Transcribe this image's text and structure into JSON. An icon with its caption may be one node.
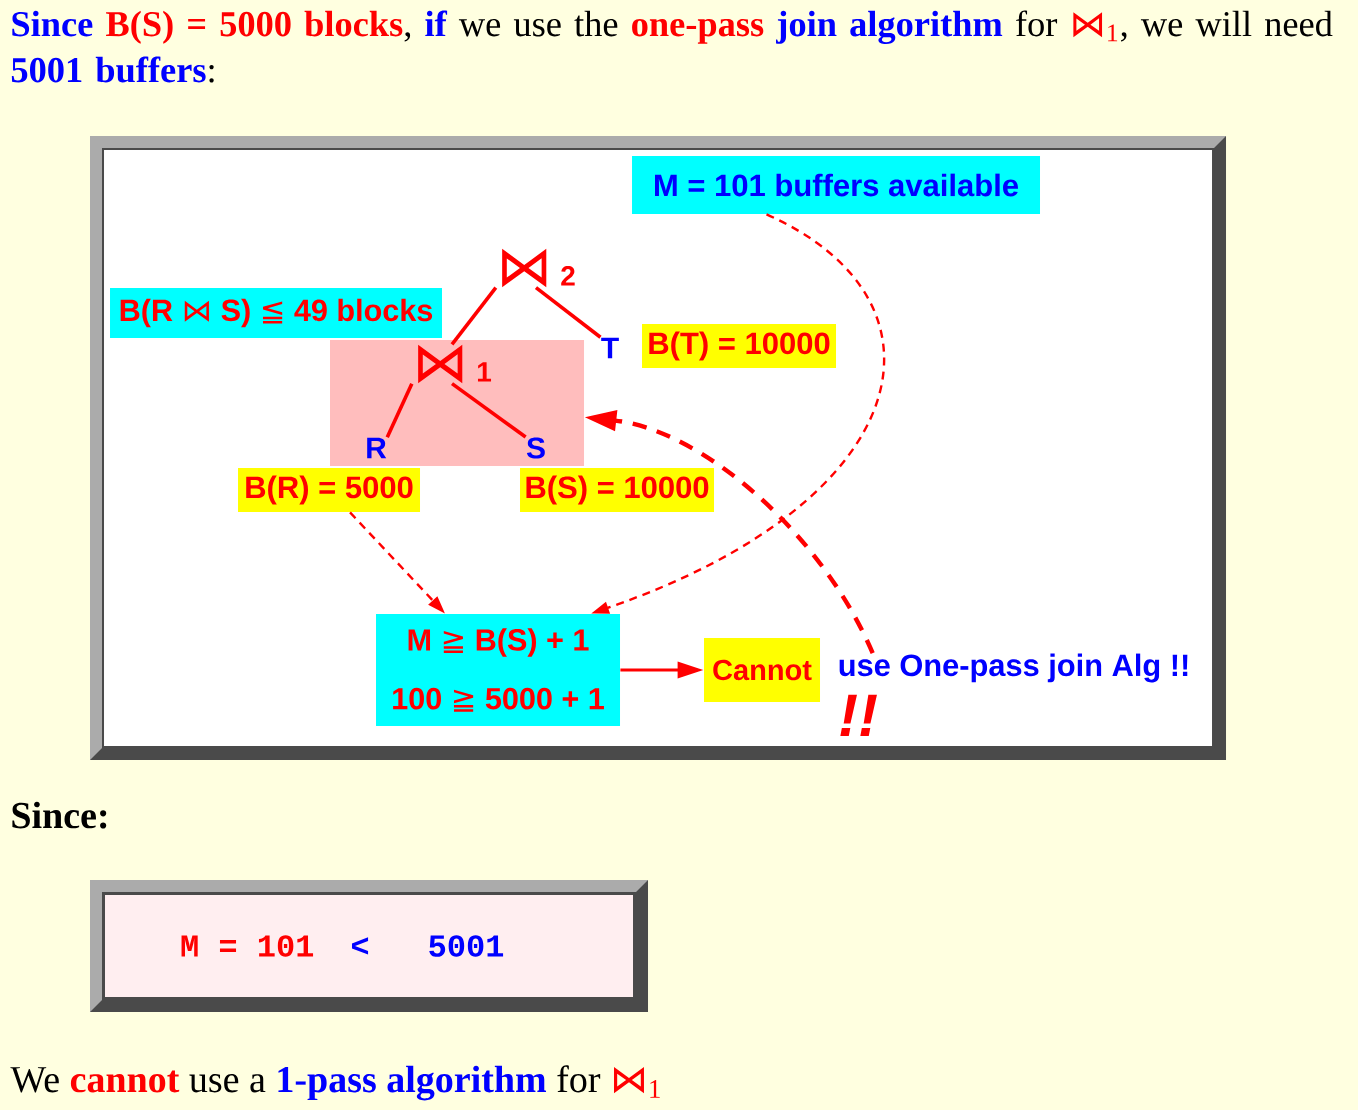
{
  "diagram": {
    "nodes": [
      {
        "text": [
          "M = 101 buffers available"
        ]
      },
      {
        "text": [
          "⋈",
          "2"
        ]
      },
      {
        "text": [
          "B(R ⋈ S) ≦ 49 blocks"
        ]
      },
      {
        "text": [],
        "shape": "box"
      },
      {
        "text": [
          "⋈",
          "1"
        ],
        "in": 3
      },
      {
        "text": [
          "T"
        ]
      },
      {
        "text": [
          "B(T) = 10000"
        ]
      },
      {
        "text": [
          "R"
        ],
        "in": 3
      },
      {
        "text": [
          "S"
        ],
        "in": 3
      },
      {
        "text": [
          "B(R) = 5000"
        ]
      },
      {
        "text": [
          "B(S) = 10000"
        ]
      },
      {
        "text": [
          "M ≧ B(S) + 1",
          "100 ≧ 5000 + 1"
        ]
      },
      {
        "text": [
          "Cannot"
        ]
      },
      {
        "text": [
          "use One-pass join Alg !!"
        ]
      },
      {
        "text": [
          "M = 101",
          "<",
          "5001"
        ]
      }
    ],
    "edges": [
      {
        "from": 1,
        "to": 4,
        "arrow": "none"
      },
      {
        "from": 1,
        "to": 5,
        "arrow": "none"
      },
      {
        "from": 4,
        "to": 7,
        "arrow": "none"
      },
      {
        "from": 4,
        "to": 8,
        "arrow": "none"
      },
      {
        "from": 0,
        "to": 11,
        "arrow": "to",
        "style": "dashed"
      },
      {
        "from": 9,
        "to": 11,
        "arrow": "to",
        "style": "dashed"
      },
      {
        "from": 11,
        "to": 12,
        "arrow": "to"
      },
      {
        "from": 13,
        "to": 3,
        "arrow": "to",
        "style": "dashed"
      }
    ],
    "labels": [
      "**Since** **B(S) = 5000 blocks**, **if** we use the **one-pass** **join algorithm** for ⋈$_{1}$, we will need **5001 buffers**:",
      "!!",
      "Since:",
      "We **cannot** use a **1-pass algorithm** for ⋈$_{1}$"
    ]
  }
}
